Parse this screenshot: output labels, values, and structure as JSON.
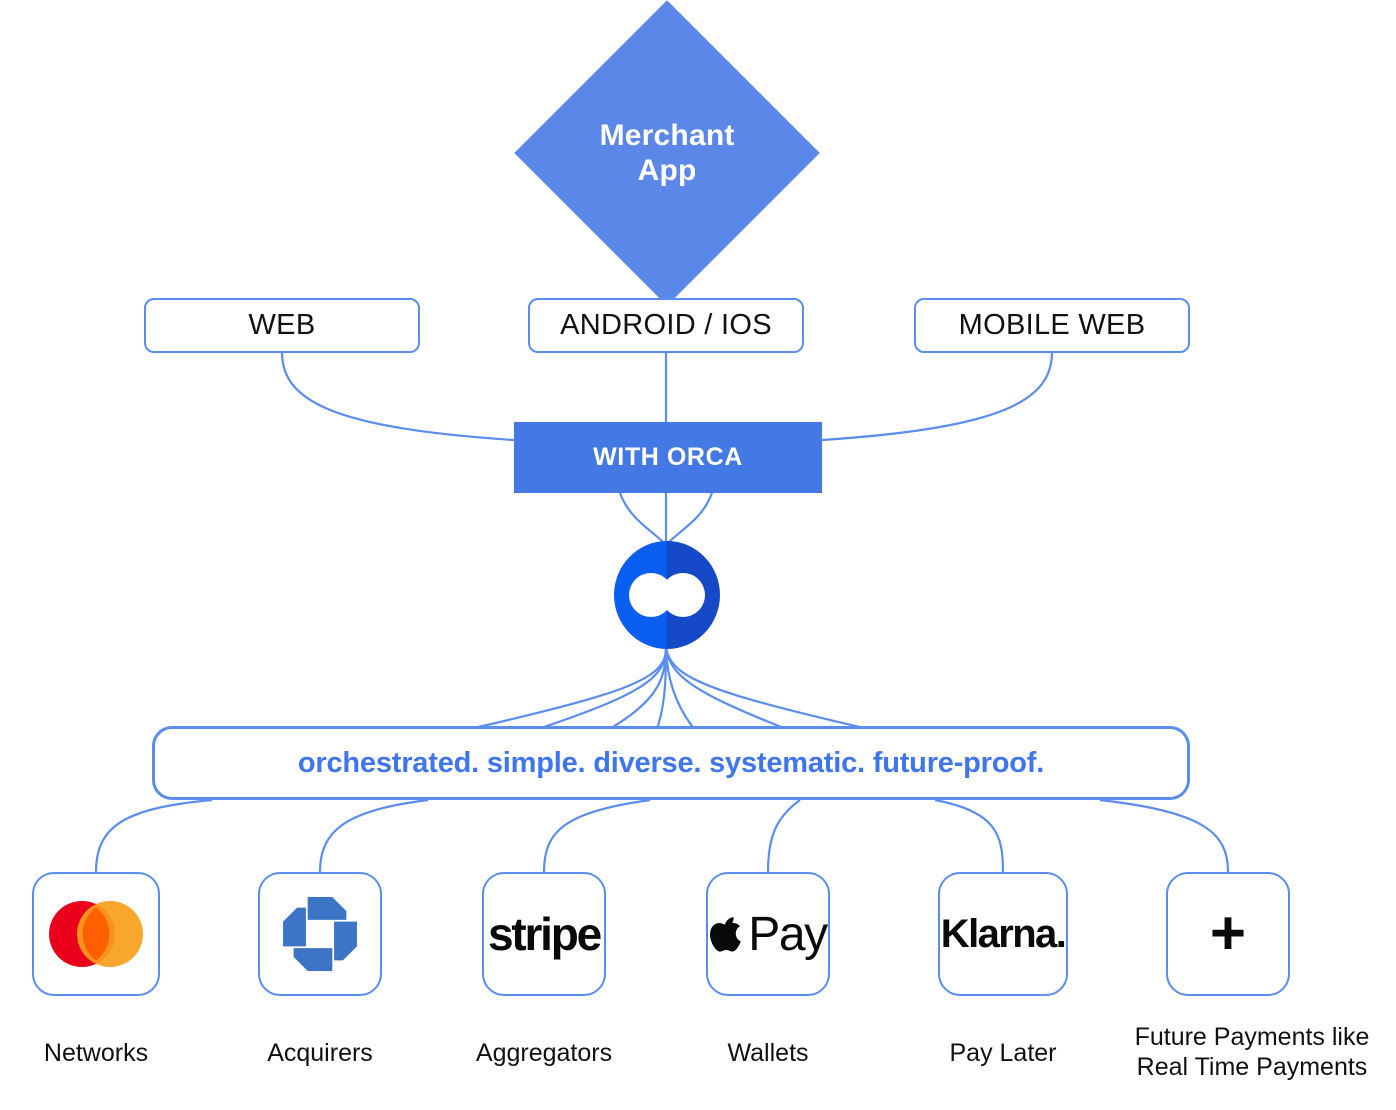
{
  "diagram": {
    "title_node": {
      "label_line1": "Merchant",
      "label_line2": "App",
      "shape": "diamond",
      "fill": "#5b87e8"
    },
    "channels": [
      {
        "name": "web",
        "label": "WEB"
      },
      {
        "name": "android-ios",
        "label": "ANDROID / IOS"
      },
      {
        "name": "mobile-web",
        "label": "MOBILE WEB"
      }
    ],
    "orchestrator_bar": {
      "label": "WITH ORCA",
      "fill": "#4478e4"
    },
    "brand_logo": {
      "name": "orca-logo",
      "left_fill": "#0a5ef0",
      "right_fill": "#1549c8"
    },
    "tagline": {
      "text": "orchestrated. simple. diverse. systematic. future-proof.",
      "color": "#3f76ee"
    },
    "rails": [
      {
        "icon": "mastercard-logo",
        "caption": "Networks"
      },
      {
        "icon": "chase-logo",
        "caption": "Acquirers"
      },
      {
        "icon": "stripe-logo",
        "caption": "Aggregators",
        "wordmark": "stripe"
      },
      {
        "icon": "apple-pay-logo",
        "caption": "Wallets",
        "wordmark": "Pay"
      },
      {
        "icon": "klarna-logo",
        "caption": "Pay Later",
        "wordmark": "Klarna."
      },
      {
        "icon": "plus-icon",
        "caption": "Future Payments like\nReal Time Payments",
        "caption_line1": "Future Payments like",
        "caption_line2": "Real Time Payments",
        "wordmark": "+"
      }
    ],
    "colors": {
      "line": "#5b8def",
      "accent_blue": "#4478e4",
      "mastercard_red": "#eb001b",
      "mastercard_orange": "#f79e1b",
      "mastercard_overlap": "#ff5f00",
      "chase_blue": "#3c74c6"
    }
  }
}
